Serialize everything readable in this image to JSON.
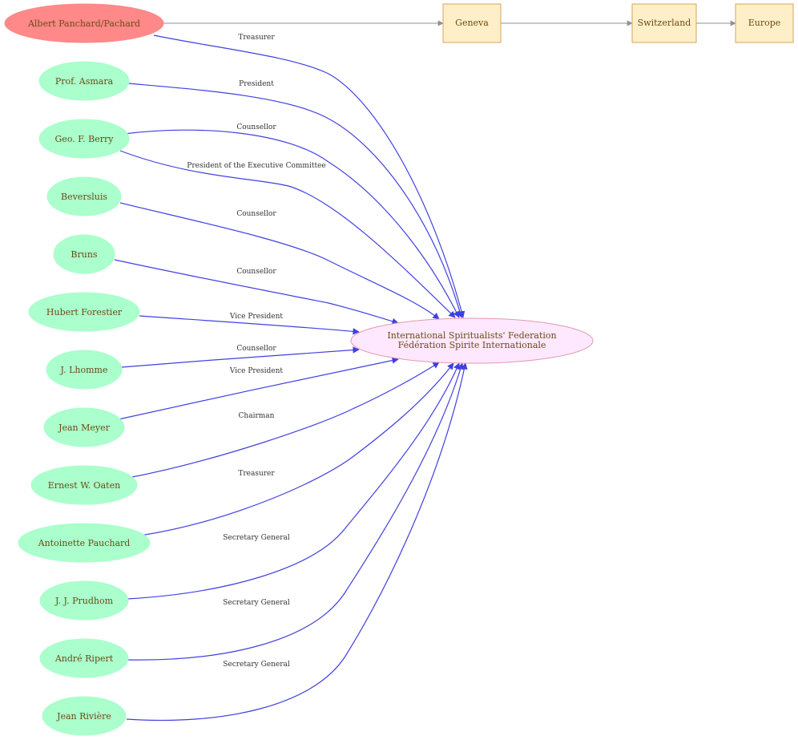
{
  "colors": {
    "person_fill": "#aaffcc",
    "focus_fill": "#ff8888",
    "org_fill": "#fde8ff",
    "org_stroke": "#e29aa8",
    "place_fill": "#ffefc8",
    "place_stroke": "#d4a45a",
    "node_text": "#6b4a14",
    "role_edge": "#4040e0",
    "place_edge": "#909090"
  },
  "organization": {
    "line1": "International Spiritualists' Federation",
    "line2": "Fédération Spirite Internationale"
  },
  "places": [
    "Geneva",
    "Switzerland",
    "Europe"
  ],
  "people": [
    {
      "name": "Albert Panchard/Pachard",
      "role": "Treasurer",
      "focus": true
    },
    {
      "name": "Prof. Asmara",
      "role": "President"
    },
    {
      "name": "Geo. F. Berry",
      "role": "Counsellor",
      "role2": "President of the Executive Committee"
    },
    {
      "name": "Beversluis",
      "role": "Counsellor"
    },
    {
      "name": "Bruns",
      "role": "Counsellor"
    },
    {
      "name": "Hubert Forestier",
      "role": "Vice President"
    },
    {
      "name": "J. Lhomme",
      "role": "Counsellor"
    },
    {
      "name": "Jean Meyer",
      "role": "Vice President"
    },
    {
      "name": "Ernest W. Oaten",
      "role": "Chairman"
    },
    {
      "name": "Antoinette Pauchard",
      "role": "Treasurer"
    },
    {
      "name": "J. J. Prudhom",
      "role": "Secretary General"
    },
    {
      "name": "André Ripert",
      "role": "Secretary General"
    },
    {
      "name": "Jean Rivière",
      "role": "Secretary General"
    }
  ]
}
